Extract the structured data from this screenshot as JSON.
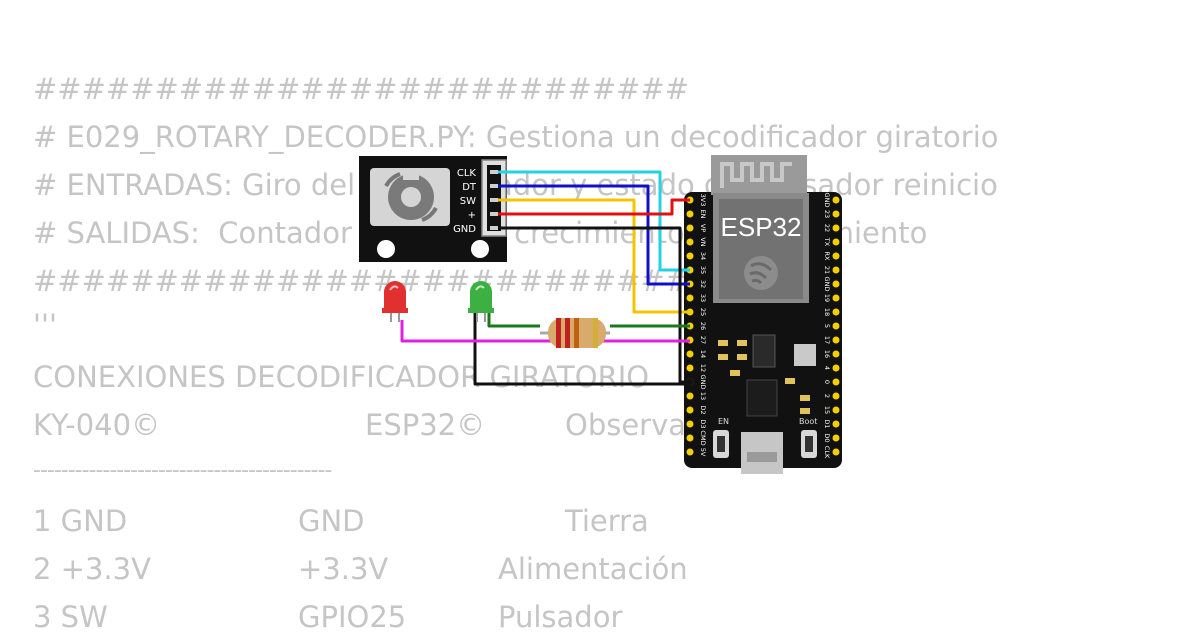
{
  "code": {
    "lines": [
      "###########################",
      "# E029_ROTARY_DECODER.PY: Gestiona un decodificador giratorio",
      "# ENTRADAS: Giro del decodificador y estado del pulsador reinicio",
      "# SALIDAS:  Contador y LEDs de crecimiento y decrecimiento",
      "###########################",
      "'''",
      "CONEXIONES DECODIFICADOR GIRATORIO",
      "-------------------------------------------"
    ],
    "table_header": [
      "KY-040©",
      "ESP32©",
      "Observaciones"
    ],
    "table_rows": [
      [
        "1 GND",
        "GND",
        "Tierra"
      ],
      [
        "2 +3.3V",
        "+3.3V",
        "Alimentación"
      ],
      [
        "3 SW",
        "GPIO25",
        "Pulsador"
      ]
    ]
  },
  "encoder": {
    "pins": [
      "CLK",
      "DT",
      "SW",
      "+",
      "GND"
    ]
  },
  "esp32": {
    "label": "ESP32",
    "left_pins": [
      "3V3",
      "EN",
      "VP",
      "VN",
      "34",
      "35",
      "32",
      "33",
      "25",
      "26",
      "27",
      "14",
      "12",
      "GND",
      "13",
      "D2",
      "D3",
      "CMD",
      "5V"
    ],
    "right_pins": [
      "GND",
      "23",
      "22",
      "TX",
      "RX",
      "21",
      "GND",
      "19",
      "18",
      "5",
      "17",
      "16",
      "4",
      "0",
      "2",
      "15",
      "D1",
      "D0",
      "CLK"
    ],
    "en_label": "EN",
    "boot_label": "Boot"
  },
  "leds": [
    {
      "name": "red",
      "color": "#e03030"
    },
    {
      "name": "green",
      "color": "#3cb043"
    }
  ],
  "wire_colors": {
    "clk": "#22d3e6",
    "dt": "#1010c8",
    "sw": "#f5c400",
    "vcc": "#e01010",
    "gnd": "#111111",
    "green_led": "#1a7a1a",
    "red_led": "#e020e0"
  }
}
